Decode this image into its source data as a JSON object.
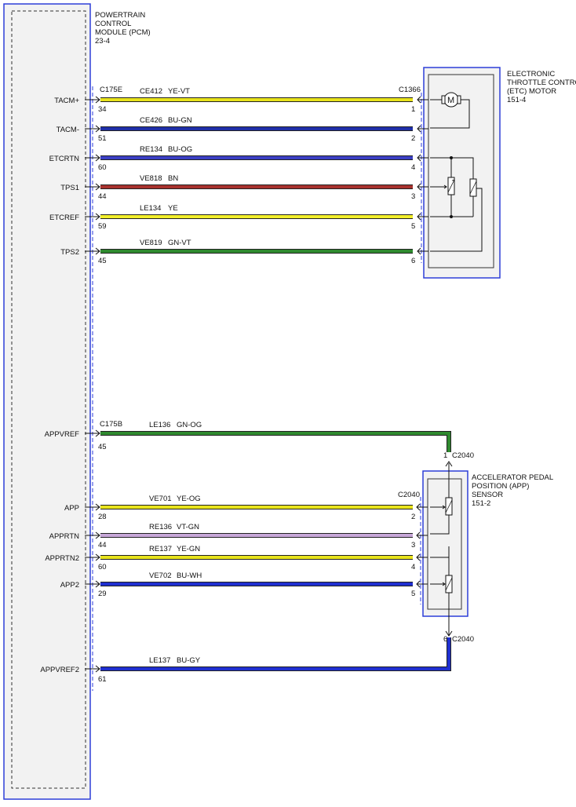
{
  "pcm": {
    "title_lines": [
      "POWERTRAIN",
      "CONTROL",
      "MODULE (PCM)",
      "23-4"
    ],
    "connector_top": "C175E",
    "connector_bottom": "C175B"
  },
  "etc": {
    "title_lines": [
      "ELECTRONIC",
      "THROTTLE CONTROL",
      "(ETC) MOTOR",
      "151-4"
    ],
    "connector": "C1366",
    "motor_symbol": "M"
  },
  "app_sensor": {
    "title_lines": [
      "ACCELERATOR PEDAL",
      "POSITION (APP)",
      "SENSOR",
      "151-2"
    ],
    "connector": "C2040",
    "connector_top_label": "C2040",
    "connector_bottom_label": "C2040",
    "top_pin": "1",
    "bottom_pin": "6"
  },
  "colors": {
    "YE-VT": "#e8e31c",
    "BU-GN": "#1f2fa8",
    "BU-OG": "#3b3fc4",
    "BN": "#a8322e",
    "YE": "#f2ee2a",
    "GN-VT": "#2f8a2f",
    "GN-OG": "#2f8a2f",
    "YE-OG": "#e8e31c",
    "VT-GN": "#c7a7d8",
    "YE-GN": "#e8e31c",
    "BU-WH": "#1f2fd0",
    "BU-GY": "#1f2fd0",
    "module_border": "#2d3ed8",
    "module_fill": "#f2f2f2"
  },
  "etc_wires": [
    {
      "signal": "TACM+",
      "pcm_pin": "34",
      "circuit": "CE412",
      "color": "YE-VT",
      "comp_pin": "1"
    },
    {
      "signal": "TACM-",
      "pcm_pin": "51",
      "circuit": "CE426",
      "color": "BU-GN",
      "comp_pin": "2"
    },
    {
      "signal": "ETCRTN",
      "pcm_pin": "60",
      "circuit": "RE134",
      "color": "BU-OG",
      "comp_pin": "4"
    },
    {
      "signal": "TPS1",
      "pcm_pin": "44",
      "circuit": "VE818",
      "color": "BN",
      "comp_pin": "3"
    },
    {
      "signal": "ETCREF",
      "pcm_pin": "59",
      "circuit": "LE134",
      "color": "YE",
      "comp_pin": "5"
    },
    {
      "signal": "TPS2",
      "pcm_pin": "45",
      "circuit": "VE819",
      "color": "GN-VT",
      "comp_pin": "6"
    }
  ],
  "app_ref_wire": {
    "signal": "APPVREF",
    "pcm_pin": "45",
    "circuit": "LE136",
    "color": "GN-OG"
  },
  "app_wires": [
    {
      "signal": "APP",
      "pcm_pin": "28",
      "circuit": "VE701",
      "color": "YE-OG",
      "comp_pin": "2"
    },
    {
      "signal": "APPRTN",
      "pcm_pin": "44",
      "circuit": "RE136",
      "color": "VT-GN",
      "comp_pin": "3"
    },
    {
      "signal": "APPRTN2",
      "pcm_pin": "60",
      "circuit": "RE137",
      "color": "YE-GN",
      "comp_pin": "4"
    },
    {
      "signal": "APP2",
      "pcm_pin": "29",
      "circuit": "VE702",
      "color": "BU-WH",
      "comp_pin": "5"
    }
  ],
  "app_ref2_wire": {
    "signal": "APPVREF2",
    "pcm_pin": "61",
    "circuit": "LE137",
    "color": "BU-GY"
  }
}
